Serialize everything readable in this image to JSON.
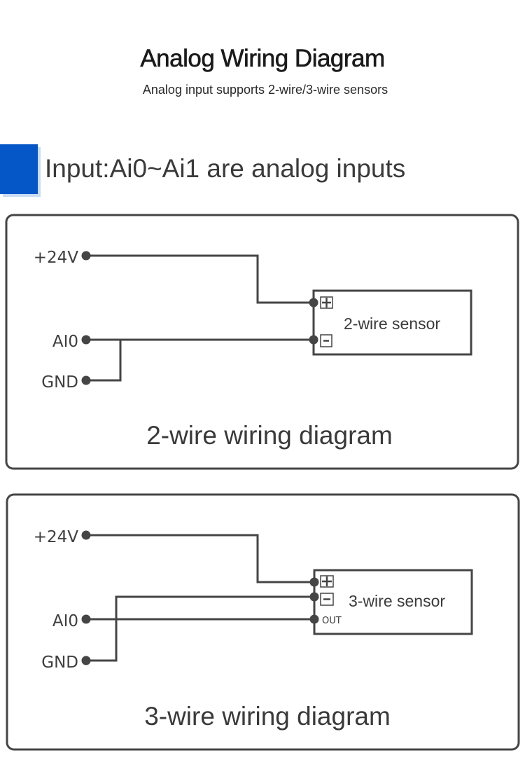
{
  "header": {
    "title": "Analog Wiring Diagram",
    "subtitle": "Analog input supports 2-wire/3-wire sensors"
  },
  "section": {
    "heading": "Input:Ai0~Ai1 are analog inputs",
    "accent_color": "#0557c8"
  },
  "diagrams": [
    {
      "caption": "2-wire wiring diagram",
      "pins": [
        "+24V",
        "AI0",
        "GND"
      ],
      "sensor": {
        "label": "2-wire sensor",
        "terminals": [
          "+",
          "-"
        ]
      },
      "connections": [
        {
          "from": "+24V",
          "to": "+"
        },
        {
          "from": "AI0",
          "to": "-"
        },
        {
          "from": "GND",
          "to": "AI0"
        }
      ]
    },
    {
      "caption": "3-wire wiring diagram",
      "pins": [
        "+24V",
        "AI0",
        "GND"
      ],
      "sensor": {
        "label": "3-wire sensor",
        "terminals": [
          "+",
          "-",
          "OUT"
        ]
      },
      "connections": [
        {
          "from": "+24V",
          "to": "+"
        },
        {
          "from": "GND",
          "to": "-"
        },
        {
          "from": "AI0",
          "to": "OUT"
        }
      ]
    }
  ],
  "colors": {
    "line": "#454545",
    "text": "#3a3a3a"
  }
}
